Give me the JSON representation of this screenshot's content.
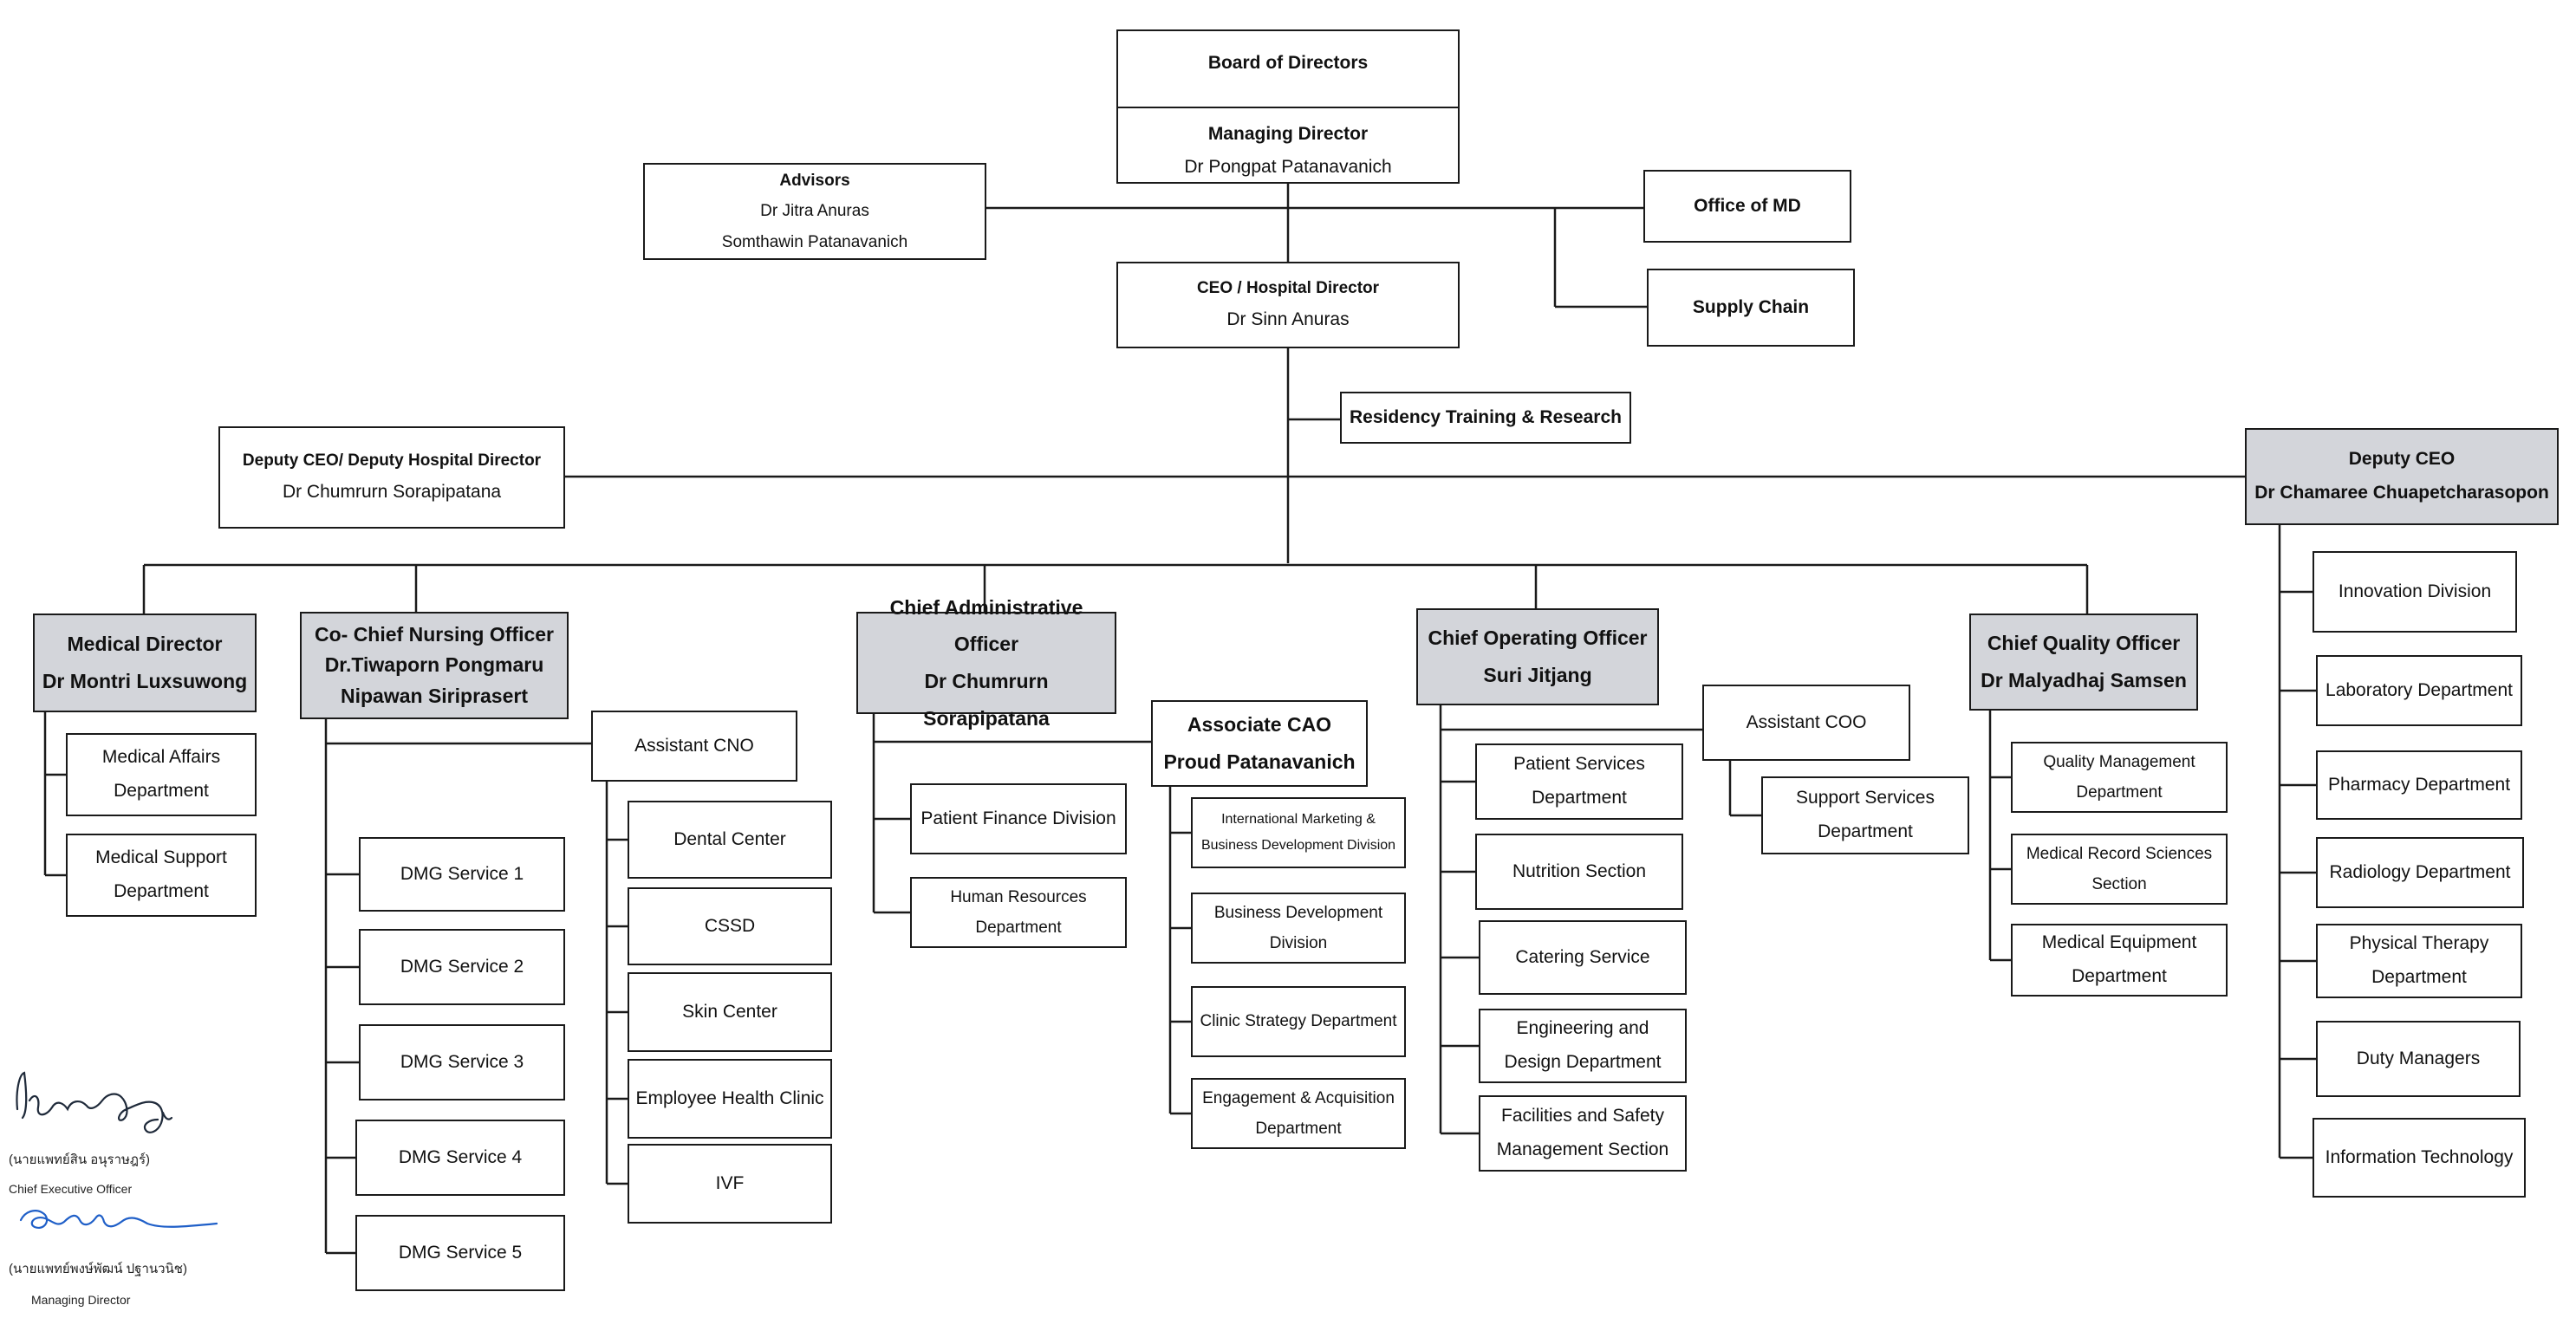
{
  "board": {
    "board": "Board of Directors",
    "md_title": "Managing Director",
    "md_name": "Dr Pongpat Patanavanich"
  },
  "advisors": {
    "title": "Advisors",
    "name1": "Dr Jitra Anuras",
    "name2": "Somthawin Patanavanich"
  },
  "office_md": "Office of MD",
  "supply_chain": "Supply Chain",
  "ceo": {
    "title": "CEO / Hospital Director",
    "name": "Dr Sinn Anuras"
  },
  "residency": "Residency Training & Research",
  "deputy_ceo_left": {
    "title": "Deputy CEO/ Deputy Hospital Director",
    "name": "Dr Chumrurn Sorapipatana"
  },
  "deputy_ceo_right": {
    "title": "Deputy CEO",
    "name": "Dr Chamaree Chuapetcharasopon"
  },
  "medical_director": {
    "title": "Medical Director",
    "name": "Dr  Montri Luxsuwong",
    "units": [
      [
        "Medical Affairs",
        "Department"
      ],
      [
        "Medical Support",
        "Department"
      ]
    ]
  },
  "cno": {
    "title": "Co- Chief Nursing Officer",
    "name1": "Dr.Tiwaporn Pongmaru",
    "name2": "Nipawan Siriprasert",
    "assistant": "Assistant CNO",
    "services": [
      "DMG Service  1",
      "DMG Service  2",
      "DMG Service  3",
      "DMG Service  4",
      "DMG Service  5"
    ],
    "centers": [
      "Dental Center",
      "CSSD",
      "Skin Center",
      "Employee  Health Clinic",
      "IVF"
    ]
  },
  "cao": {
    "title": "Chief Administrative Officer",
    "name": "Dr  Chumrurn  Sorapipatana",
    "units": [
      [
        "Patient Finance Division"
      ],
      [
        "Human Resources",
        "Department"
      ]
    ],
    "associate": {
      "title": "Associate CAO",
      "name": "Proud  Patanavanich"
    },
    "associate_units": [
      [
        "International  Marketing &",
        "Business Development Division"
      ],
      [
        "Business  Development",
        "Division"
      ],
      [
        "Clinic Strategy  Department"
      ],
      [
        "Engagement  & Acquisition",
        "Department"
      ]
    ]
  },
  "coo": {
    "title": "Chief Operating Officer",
    "name": "Suri Jitjang",
    "units": [
      [
        "Patient Services",
        "Department"
      ],
      [
        "Nutrition Section"
      ],
      [
        "Catering Service"
      ],
      [
        "Engineering and",
        "Design Department"
      ],
      [
        "Facilities and Safety",
        "Management Section"
      ]
    ],
    "assistant": "Assistant COO",
    "assistant_units": [
      [
        "Support Services",
        "Department"
      ]
    ]
  },
  "cqo": {
    "title": "Chief  Quality Officer",
    "name": "Dr Malyadhaj  Samsen",
    "units": [
      [
        "Quality Management",
        "Department"
      ],
      [
        "Medical Record Sciences",
        "Section"
      ],
      [
        "Medical Equipment",
        "Department"
      ]
    ]
  },
  "deputy_units": [
    [
      "Innovation Division"
    ],
    [
      "Laboratory Department"
    ],
    [
      "Pharmacy  Department"
    ],
    [
      "Radiology  Department"
    ],
    [
      "Physical Therapy",
      "Department"
    ],
    [
      "Duty Managers"
    ],
    [
      "Information Technology"
    ]
  ],
  "signatures": {
    "ceo_caption": "(นายแพทย์สิน อนุราษฎร์)",
    "ceo_role": "Chief Executive Officer",
    "md_caption": "(นายแพทย์พงษ์พัฒน์ ปฐานวนิช)",
    "md_role": "Managing Director"
  },
  "colors": {
    "line": "#1a1a1a",
    "shade": "#d3d5da",
    "ink": "#1f5fc8"
  }
}
